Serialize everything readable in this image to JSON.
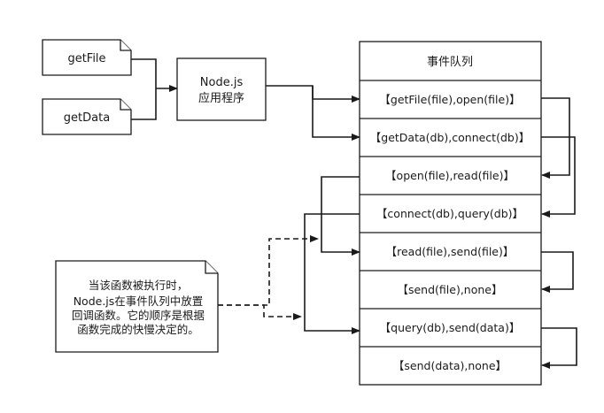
{
  "inputs": {
    "get_file": "getFile",
    "get_data": "getData"
  },
  "node": {
    "line1": "Node.js",
    "line2": "应用程序"
  },
  "queue": {
    "title": "事件队列",
    "items": [
      "【getFile(file),open(file)】",
      "【getData(db),connect(db)】",
      "【open(file),read(file)】",
      "【connect(db),query(db)】",
      "【read(file),send(file)】",
      "【send(file),none】",
      "【query(db),send(data)】",
      "【send(data),none】"
    ]
  },
  "note": {
    "lines": [
      "当该函数被执行时，",
      "Node.js在事件队列中放置",
      "回调函数。它的顺序是根据",
      "函数完成的快慢决定的。"
    ]
  }
}
